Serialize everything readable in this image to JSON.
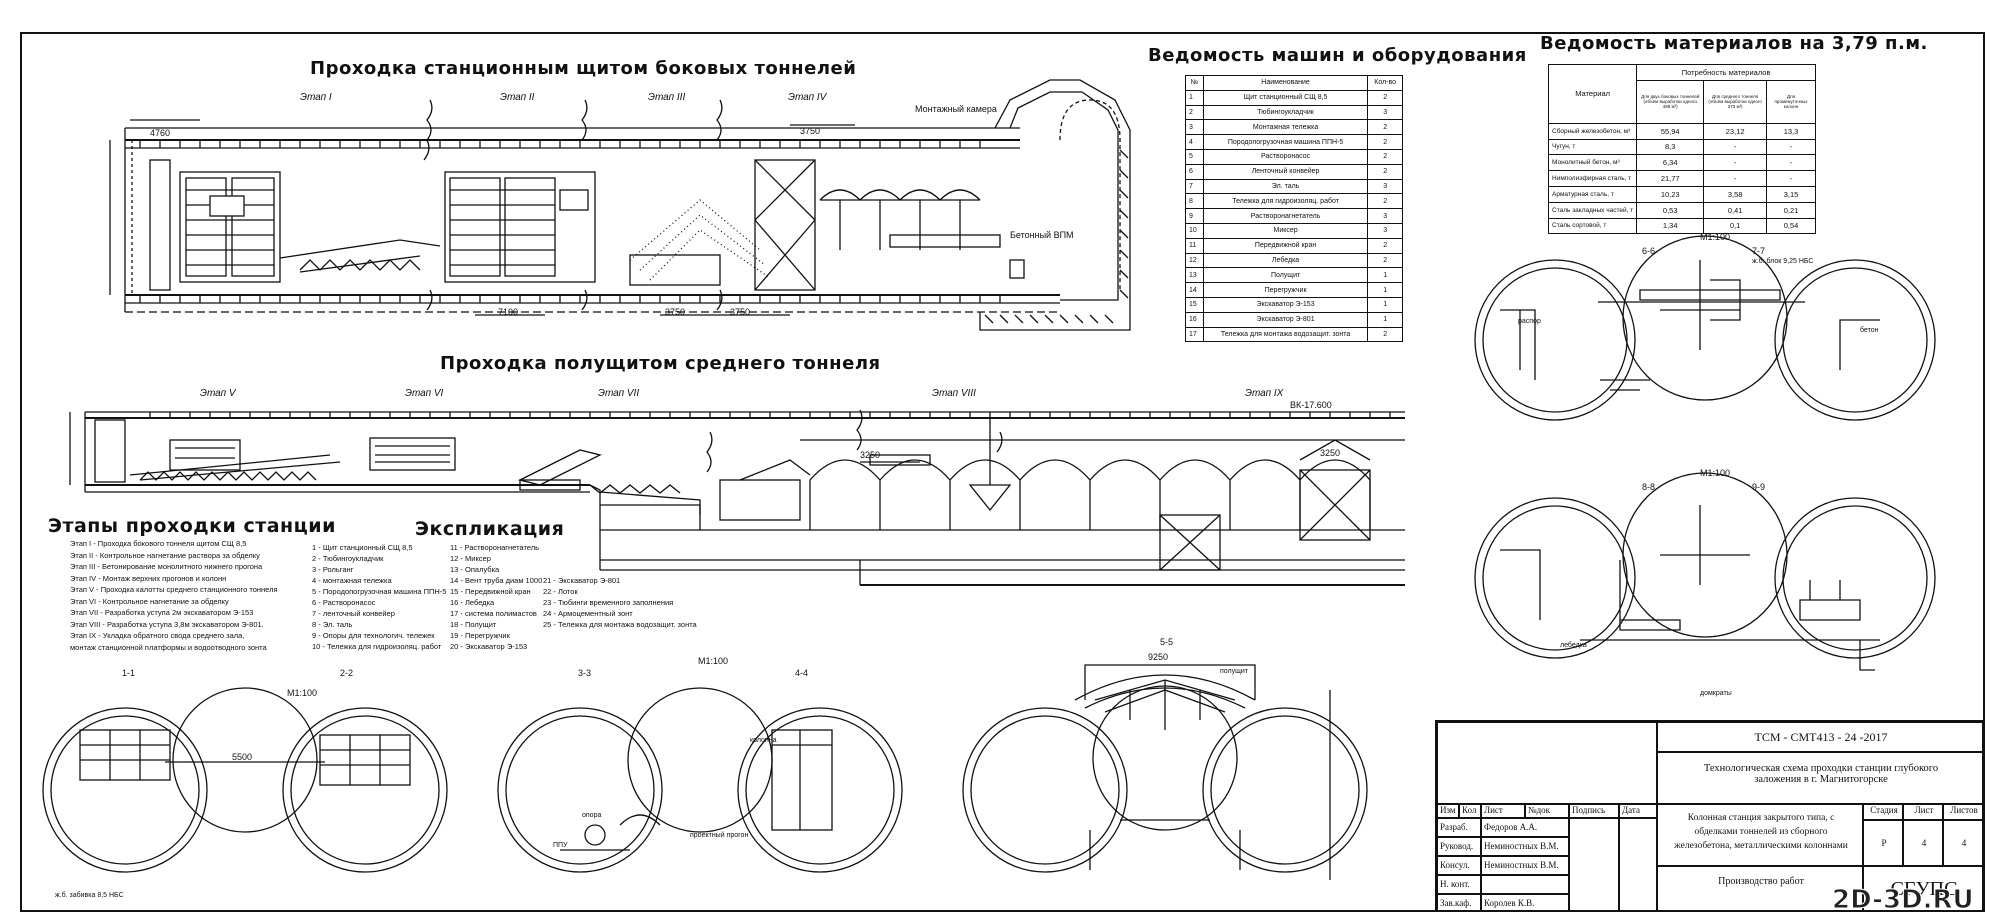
{
  "titles": {
    "side_tunnels": "Проходка станционным щитом боковых тоннелей",
    "middle_tunnel": "Проходка полущитом среднего тоннеля",
    "stages": "Этапы проходки станции",
    "explication": "Экспликация",
    "machines": "Ведомость машин и оборудования",
    "materials": "Ведомость материалов на 3,79 п.м."
  },
  "upper_stages": [
    "Этап I",
    "Этап II",
    "Этап III",
    "Этап IV"
  ],
  "lower_stages": [
    "Этап V",
    "Этап VI",
    "Этап VII",
    "Этап VIII",
    "Этап IX"
  ],
  "upper_labels": {
    "dim_4760": "4760",
    "dim_3750": "3750",
    "dim_7100": "7100",
    "dim_3750b": "3750",
    "dim_3750c": "3750",
    "right_label": "Монтажный камера",
    "bunker": "Бетонный ВПМ"
  },
  "lower_labels": {
    "dim_3250": "3250",
    "dim_3250b": "3250",
    "bk": "ВК-17.600"
  },
  "stages_list": [
    "Этап I - Проходка бокового тоннеля щитом СЩ 8,5",
    "Этап II - Контрольное нагнетание раствора за обделку",
    "Этап III - Бетонирование монолитного нижнего прогона",
    "Этап IV - Монтаж верхних прогонов и колонн",
    "Этап V - Проходка калотты среднего станционного тоннеля",
    "Этап VI - Контрольное нагнетание за обделку",
    "Этап VII - Разработка уступа 2м экскаватором Э-153",
    "Этап VIII - Разработка уступа 3,8м экскаватором Э-801.",
    "Этап IX - Укладка обратного свода среднего зала,",
    "монтаж станционной платформы и водоотводного зонта"
  ],
  "explication_col1": [
    "1 - Щит станционный СЩ 8,5",
    "2 - Тюбингоукладчик",
    "3 - Рольганг",
    "4 - монтажная тележка",
    "5 - Породопогрузочная машина ППН-5",
    "6 - Растворонасос",
    "7 - ленточный конвейер",
    "8 - Эл. таль",
    "9 - Опоры для технологич. тележек",
    "10 - Тележка для гидроизоляц. работ"
  ],
  "explication_col2": [
    "11 - Растворонагнетатель",
    "12 - Миксер",
    "13 - Опалубка",
    "14 - Вент труба диам 1000",
    "15 - Передвижной кран",
    "16 - Лебедка",
    "17 - система полимастов",
    "18 - Полущит",
    "19 - Перегружчик",
    "20 - Экскаватор Э-153"
  ],
  "explication_col3": [
    "21 - Экскаватор Э-801",
    "22 - Лоток",
    "23 - Тюбинги временного заполнения",
    "24 - Армоцементный зонт",
    "25 - Тележка для монтажа водозащит. зонта"
  ],
  "machines_table": {
    "headers": [
      "№",
      "Наименование",
      "Кол-во"
    ],
    "rows": [
      [
        "1",
        "Щит станционный СЩ 8,5",
        "2"
      ],
      [
        "2",
        "Тюбингоукладчик",
        "3"
      ],
      [
        "3",
        "Монтажная тележка",
        "2"
      ],
      [
        "4",
        "Породопогрузочная машина ППН-5",
        "2"
      ],
      [
        "5",
        "Растворонасос",
        "2"
      ],
      [
        "6",
        "Ленточный конвейер",
        "2"
      ],
      [
        "7",
        "Эл. таль",
        "3"
      ],
      [
        "8",
        "Тележка для гидроизоляц. работ",
        "2"
      ],
      [
        "9",
        "Растворонагнетатель",
        "3"
      ],
      [
        "10",
        "Миксер",
        "3"
      ],
      [
        "11",
        "Передвижной кран",
        "2"
      ],
      [
        "12",
        "Лебедка",
        "2"
      ],
      [
        "13",
        "Полущит",
        "1"
      ],
      [
        "14",
        "Перегружчик",
        "1"
      ],
      [
        "15",
        "Экскаватор Э-153",
        "1"
      ],
      [
        "16",
        "Экскаватор Э-801",
        "1"
      ],
      [
        "17",
        "Тележка для монтажа водозащит. зонта",
        "2"
      ]
    ]
  },
  "materials_table": {
    "header_material": "Материал",
    "header_need": "Потребность материалов",
    "subheaders": [
      "Для двух боковых тоннелей (объём выработки одного 488 м³)",
      "Для среднего тоннеля (объём выработки одного 373 м³)",
      "Для промежуточных колонн"
    ],
    "rows": [
      [
        "Сборный железобетон, м³",
        "55,94",
        "23,12",
        "13,3"
      ],
      [
        "Чугун, т",
        "8,3",
        "-",
        "-"
      ],
      [
        "Монолитный бетон, м³",
        "6,34",
        "-",
        "-"
      ],
      [
        "Нимполиэфирная сталь, т",
        "21,77",
        "-",
        "-"
      ],
      [
        "Арматурная сталь, т",
        "10,23",
        "3,58",
        "3,15"
      ],
      [
        "Сталь закладных частей, т",
        "0,53",
        "0,41",
        "0,21"
      ],
      [
        "Сталь сортовой, т",
        "1,34",
        "0,1",
        "0,54"
      ]
    ]
  },
  "sections": {
    "s11": "1-1",
    "s22": "2-2",
    "s33": "3-3",
    "s44": "4-4",
    "s55": "5-5",
    "s66": "6-6",
    "s77": "7-7",
    "s88": "8-8",
    "s99": "9-9",
    "scale": "М1:100",
    "dim_5500": "5500",
    "dim_9250": "9250",
    "note_bottom": "ж.б. забивка 8,5 НБС",
    "note_right": "ж.б. блок 9,25 НБС",
    "raspor": "распор",
    "beton": "бетон",
    "lebedka": "лебедка",
    "domkraty": "домкраты",
    "polushchit": "полущит",
    "kolonna": "колонна",
    "ppu": "ППУ",
    "opora": "опора",
    "proektnyi": "проектный прогон"
  },
  "stamp": {
    "code": "ТСМ - СМТ413 - 24 -2017",
    "title1": "Технологическая схема проходки станции глубокого",
    "title2": "заложения в г. Магнитогорске",
    "desc1": "Колонная станция закрытого типа, с",
    "desc2": "обделками тоннелей из сборного",
    "desc3": "железобетона, металлическими колоннами",
    "work": "Производство работ",
    "org": "СГУПС",
    "head": [
      "Изм",
      "Кол",
      "Лист",
      "№док",
      "Подпись",
      "Дата"
    ],
    "people": [
      [
        "Разраб.",
        "Федоров А.А."
      ],
      [
        "Руковод.",
        "Неминостных В.М."
      ],
      [
        "Консул.",
        "Неминостных В.М."
      ],
      [
        "Н. конт.",
        ""
      ],
      [
        "Зав.каф.",
        "Королев К.В."
      ]
    ],
    "stage_label": "Стадия",
    "sheet_label": "Лист",
    "sheets_label": "Листов",
    "stage": "Р",
    "sheet": "4",
    "sheets": "4"
  },
  "watermark": "2D-3D.RU"
}
